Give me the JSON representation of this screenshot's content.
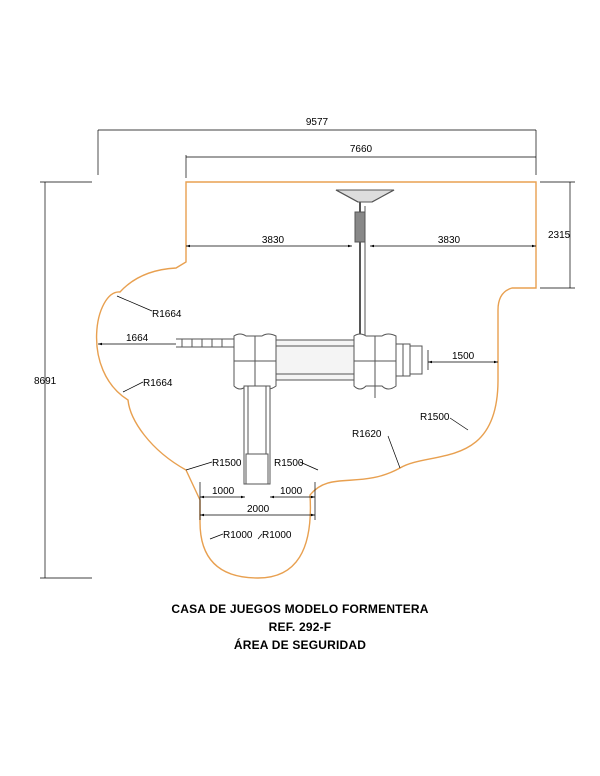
{
  "title": {
    "line1": "CASA DE JUEGOS MODELO FORMENTERA",
    "line2": "REF. 292-F",
    "line3": "ÁREA DE SEGURIDAD"
  },
  "dimensions": {
    "overall_width": "9577",
    "structure_width": "7660",
    "half_left": "3830",
    "half_right": "3830",
    "top_depth": "2315",
    "overall_height": "8691",
    "left_offset": "1664",
    "swing_clearance": "1500",
    "slide_left": "1000",
    "slide_right": "1000",
    "slide_width": "2000"
  },
  "radii": {
    "r_left_upper": "R1664",
    "r_left_lower": "R1664",
    "r_center": "R1500",
    "r_center_2": "R1500",
    "r_bottom_left": "R1000",
    "r_bottom_right": "R1000",
    "r_right_lower": "R1620",
    "r_right_upper": "R1500"
  },
  "colors": {
    "safety_area": "#E8A050",
    "lines": "#000000",
    "equipment": "#555555"
  }
}
